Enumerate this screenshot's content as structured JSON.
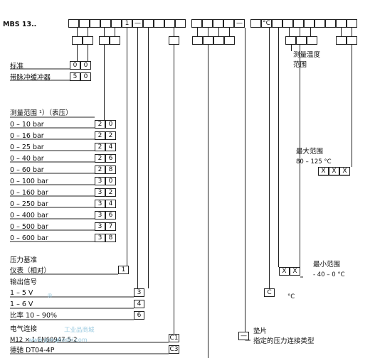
{
  "model_prefix": "MBS 13..",
  "top_code": {
    "fixed_digit": "1",
    "dash1": "—",
    "dash2": "—",
    "degree_mark": "°C"
  },
  "standard": {
    "title": "标准",
    "code": [
      "0",
      "0"
    ],
    "snubber_label": "带脉冲缓冲器",
    "snubber_code": [
      "5",
      "0"
    ]
  },
  "pressure_range": {
    "heading": "测量范围 ¹）（表压）",
    "rows": [
      {
        "label": "0 –   10 bar",
        "code": [
          "2",
          "0"
        ]
      },
      {
        "label": "0 –   16 bar",
        "code": [
          "2",
          "2"
        ]
      },
      {
        "label": "0 –   25 bar",
        "code": [
          "2",
          "4"
        ]
      },
      {
        "label": "0 –   40 bar",
        "code": [
          "2",
          "6"
        ]
      },
      {
        "label": "0 –   60 bar",
        "code": [
          "2",
          "8"
        ]
      },
      {
        "label": "0 – 100 bar",
        "code": [
          "3",
          "0"
        ]
      },
      {
        "label": "0 – 160 bar",
        "code": [
          "3",
          "2"
        ]
      },
      {
        "label": "0 – 250 bar",
        "code": [
          "3",
          "4"
        ]
      },
      {
        "label": "0 – 400 bar",
        "code": [
          "3",
          "6"
        ]
      },
      {
        "label": "0 – 500 bar",
        "code": [
          "3",
          "7"
        ]
      },
      {
        "label": "0 – 600 bar",
        "code": [
          "3",
          "8"
        ]
      }
    ]
  },
  "pressure_ref": {
    "title": "压力基准",
    "label": "仪表（相对）",
    "code": "1"
  },
  "output": {
    "title": "输出信号",
    "rows": [
      {
        "label": "1 – 5 V",
        "code": "3"
      },
      {
        "label": "1 – 6 V",
        "code": "4"
      },
      {
        "label": "比率 10 – 90%",
        "code": "6"
      }
    ]
  },
  "electrical": {
    "title": "电气连接",
    "rows": [
      {
        "label": "M12 × 1 EN60947-5-2",
        "code": "C1"
      },
      {
        "label": "德驰 DT04-4P",
        "code": "C3"
      }
    ]
  },
  "temp_range": {
    "title_line1": "测量温度",
    "title_line2": "范围"
  },
  "max_range": {
    "title": "最大范围",
    "value": "80 – 125 °C",
    "code": [
      "X",
      "X",
      "X"
    ]
  },
  "min_range": {
    "title": "最小范围",
    "value": "- 40 – 0 °C",
    "code": [
      "X",
      "X"
    ]
  },
  "temp_unit": {
    "code": "C",
    "label": "°C"
  },
  "gasket": {
    "title": "垫片",
    "subtitle": "指定的压力连接类型",
    "code": "—"
  },
  "watermark": {
    "brand": "工业品商城",
    "url": "www.gongboshi.com",
    "mark": "®"
  }
}
